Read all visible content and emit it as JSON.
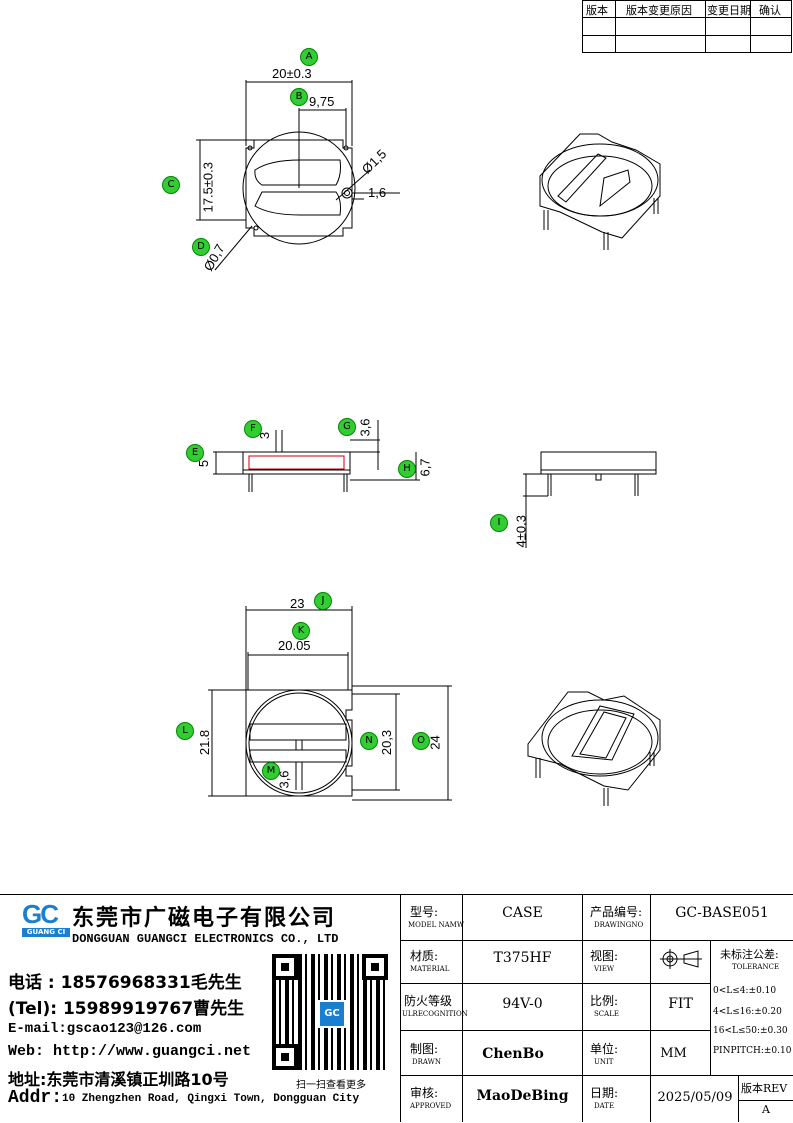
{
  "revision_table": {
    "headers": [
      "版本",
      "版本变更原因",
      "变更日期",
      "确认"
    ]
  },
  "markers": {
    "A": "A",
    "B": "B",
    "C": "C",
    "D": "D",
    "E": "E",
    "F": "F",
    "G": "G",
    "H": "H",
    "I": "I",
    "J": "J",
    "K": "K",
    "L": "L",
    "M": "M",
    "N": "N",
    "O": "O"
  },
  "dimensions": {
    "top_width": "20±0.3",
    "top_half": "9,75",
    "top_height": "17.5±0.3",
    "hole_dia": "Ø1,5",
    "pin_gap": "1,6",
    "pin_dia": "Ø0,7",
    "side_e": "5",
    "side_f": "3",
    "side_g": "3,6",
    "side_h": "6,7",
    "pin_len": "4±0.3",
    "bottom_width": "23",
    "inner_width": "20.05",
    "body_height": "21.8",
    "inner_height": "20,3",
    "total_height": "24",
    "slot_width": "3,6"
  },
  "company": {
    "logo_letters": "GC",
    "logo_sub": "GUANG CI",
    "name_cn": "东莞市广磁电子有限公司",
    "name_en": "DONGGUAN GUANGCI ELECTRONICS CO., LTD",
    "tel_cn": "电话 : 18576968331毛先生",
    "tel_en": "(Tel): 15989919767曹先生",
    "email": "E-mail:gscao123@126.com",
    "web": "Web: http://www.guangci.net",
    "address_cn": "地址:东莞市清溪镇正圳路10号",
    "address_en_label": "Addr:",
    "address_en": "10 Zhengzhen Road, Qingxi Town, Dongguan City",
    "qr_caption": "扫一扫查看更多"
  },
  "title_block": {
    "model_label": "型号:",
    "model_sub": "MODEL NAMW",
    "model_value": "CASE",
    "product_label": "产品编号:",
    "product_sub": "DRAWINGNO",
    "product_value": "GC-BASE051",
    "material_label": "材质:",
    "material_sub": "MATERIAL",
    "material_value": "T375HF",
    "view_label": "视图:",
    "view_sub": "VIEW",
    "tolerance_label": "未标注公差:",
    "tolerance_sub": "TOLERANCE",
    "fire_label": "防火等级",
    "fire_sub": "ULRECOGNITION",
    "fire_value": "94V-0",
    "scale_label": "比例:",
    "scale_sub": "SCALE",
    "scale_value": "FIT",
    "tol1": "0<L≤4:±0.10",
    "tol2": "4<L≤16:±0.20",
    "tol3": "16<L≤50:±0.30",
    "tol4": "PINPITCH:±0.10",
    "drawn_label": "制图:",
    "drawn_sub": "DRAWN",
    "drawn_value": "ChenBo",
    "unit_label": "单位:",
    "unit_sub": "UNIT",
    "unit_value": "MM",
    "approved_label": "审核:",
    "approved_sub": "APPROVED",
    "approved_value": "MaoDeBing",
    "date_label": "日期:",
    "date_sub": "DATE",
    "date_value": "2025/05/09",
    "rev_label": "版本REV",
    "rev_value": "A"
  }
}
